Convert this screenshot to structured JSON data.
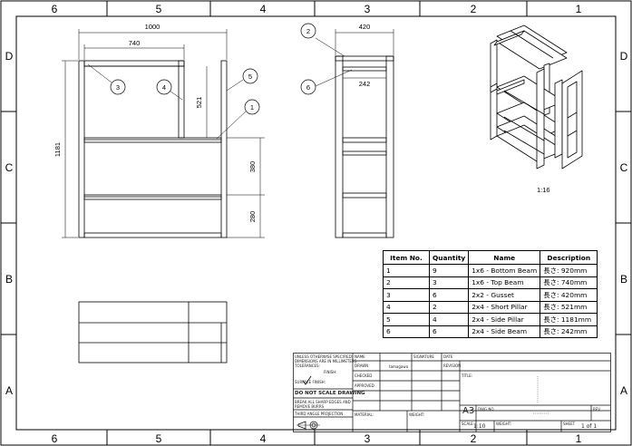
{
  "zones": {
    "columns": [
      "6",
      "5",
      "4",
      "3",
      "2",
      "1"
    ],
    "rows": [
      "D",
      "C",
      "B",
      "A"
    ]
  },
  "dimensions": {
    "overall_width": "1000",
    "inner_width": "740",
    "short_pillar": "521",
    "overall_height": "1181",
    "upper_section": "380",
    "lower_section": "280",
    "depth": "420",
    "side_beam": "242"
  },
  "balloons": [
    "1",
    "2",
    "3",
    "4",
    "5",
    "6"
  ],
  "iso_view_scale": "1:16",
  "bom": {
    "headers": [
      "Item No.",
      "Quantity",
      "Name",
      "Description"
    ],
    "rows": [
      [
        "1",
        "9",
        "1x6 - Bottom Beam",
        "長さ: 920mm"
      ],
      [
        "2",
        "3",
        "1x6 - Top Beam",
        "長さ: 740mm"
      ],
      [
        "3",
        "6",
        "2x2 - Gusset",
        "長さ: 420mm"
      ],
      [
        "4",
        "2",
        "2x4 - Short Pillar",
        "長さ: 521mm"
      ],
      [
        "5",
        "4",
        "2x4 - Side Pillar",
        "長さ: 1181mm"
      ],
      [
        "6",
        "6",
        "2x4 - Side Beam",
        "長さ: 242mm"
      ]
    ]
  },
  "title_block": {
    "note_lines": [
      "UNLESS OTHERWISE SPECIFIED:",
      "DIMENSIONS ARE IN MILLIMETERS",
      "TOLERANCES:"
    ],
    "finish_label": "FINISH:",
    "surface_finish": "SURFACE FINISH:",
    "do_not_scale": "DO NOT SCALE DRAWING",
    "break_edges": [
      "BREAK ALL SHARP EDGES AND",
      "REMOVE BURRS"
    ],
    "projection": "THIRD ANGLE PROJECTION",
    "material_label": "MATERIAL:",
    "weight_label": "WEIGHT:",
    "headers": {
      "name": "NAME",
      "signature": "SIGNATURE",
      "date": "DATE"
    },
    "rows": [
      "DRAWN",
      "CHECKED",
      "APPROVED"
    ],
    "drawn_name": "tamagawa",
    "revision_label": "REVISION",
    "title_label": "TITLE:",
    "dwg_no_label": "DWG NO.",
    "size": "A3",
    "rev_label": "REV.",
    "scale_label": "SCALE",
    "scale": "1:10",
    "sheet_label": "SHEET",
    "sheet": "1 of 1"
  }
}
